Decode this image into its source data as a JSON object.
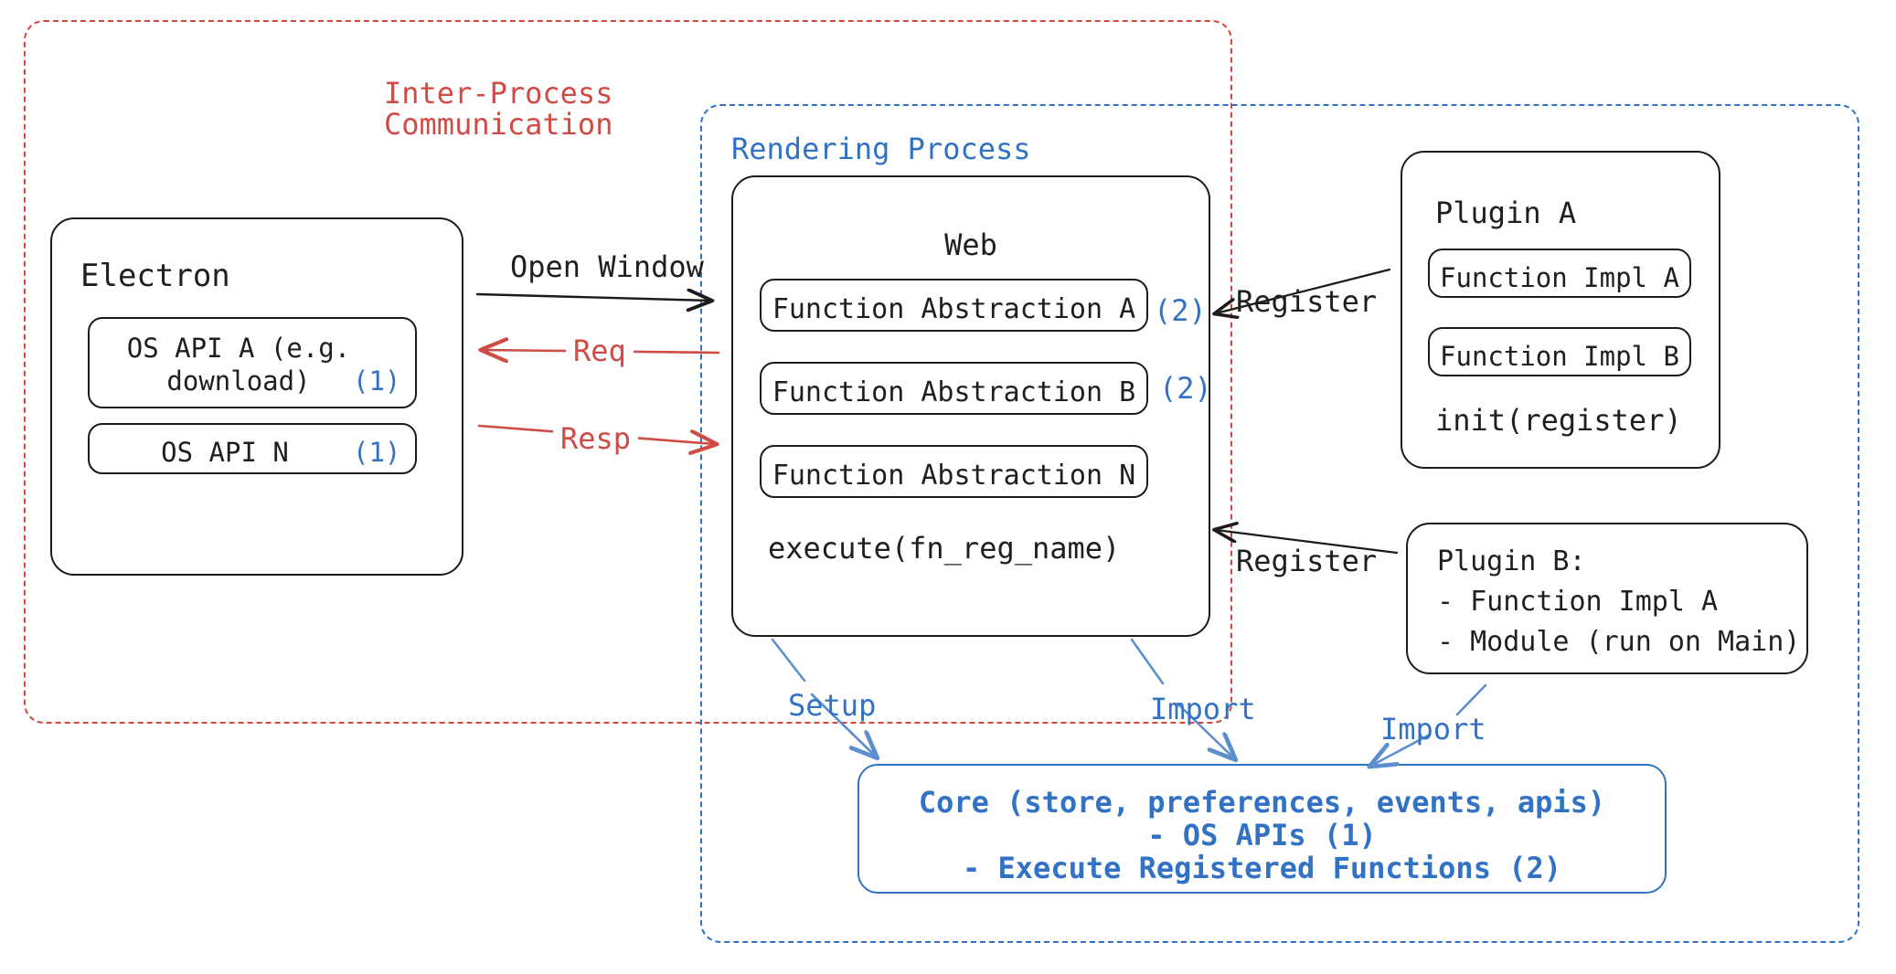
{
  "diagram": {
    "title_not_shown": "",
    "colors": {
      "ipc_red": "#d6453c",
      "render_blue": "#3272c4",
      "ink_black": "#1b1b1b",
      "arrow_red": "#cf4b43"
    },
    "regions": [
      {
        "name": "inter-process-communication",
        "label": "Inter-Process\nCommunication",
        "color": "#d6453c",
        "style": "dashed"
      },
      {
        "name": "rendering-process",
        "label": "Rendering Process",
        "color": "#3272c4",
        "style": "dashed"
      }
    ],
    "region_labels": {
      "ipc_line1": "Inter-Process",
      "ipc_line2": "Communication",
      "rendering": "Rendering Process"
    },
    "electron": {
      "title": "Electron",
      "items": [
        {
          "label": "OS API A (e.g.\ndownload)",
          "line1": "OS API A (e.g.",
          "line2": "download)",
          "marker": "(1)"
        },
        {
          "label": "OS API N",
          "line1": "OS API N",
          "marker": "(1)"
        }
      ]
    },
    "web": {
      "title": "Web",
      "items": [
        {
          "label": "Function Abstraction A",
          "marker": "(2)"
        },
        {
          "label": "Function Abstraction B",
          "marker": "(2)"
        },
        {
          "label": "Function Abstraction N",
          "marker": ""
        }
      ],
      "footer": "execute(fn_reg_name)"
    },
    "plugin_a": {
      "title": "Plugin A",
      "items": [
        {
          "label": "Function Impl A"
        },
        {
          "label": "Function Impl B"
        }
      ],
      "footer": "init(register)"
    },
    "plugin_b": {
      "line1": "Plugin B:",
      "line2": "- Function Impl A",
      "line3": "- Module (run on Main)"
    },
    "core": {
      "line1": "Core (store, preferences, events, apis)",
      "line2": "- OS APIs (1)",
      "line3": "- Execute Registered Functions (2)"
    },
    "arrows": [
      {
        "name": "open-window",
        "label": "Open Window",
        "color": "#1b1b1b",
        "from": "electron",
        "to": "web"
      },
      {
        "name": "req",
        "label": "Req",
        "color": "#cf4b43",
        "from": "web",
        "to": "electron"
      },
      {
        "name": "resp",
        "label": "Resp",
        "color": "#cf4b43",
        "from": "electron",
        "to": "web"
      },
      {
        "name": "register-a",
        "label": "Register",
        "color": "#1b1b1b",
        "from": "plugin-a",
        "to": "web"
      },
      {
        "name": "register-b",
        "label": "Register",
        "color": "#1b1b1b",
        "from": "plugin-b",
        "to": "web"
      },
      {
        "name": "setup",
        "label": "Setup",
        "color": "#3272c4",
        "from": "web",
        "to": "core"
      },
      {
        "name": "import-web",
        "label": "Import",
        "color": "#3272c4",
        "from": "web",
        "to": "core"
      },
      {
        "name": "import-plugin",
        "label": "Import",
        "color": "#3272c4",
        "from": "plugin-b",
        "to": "core"
      }
    ]
  }
}
